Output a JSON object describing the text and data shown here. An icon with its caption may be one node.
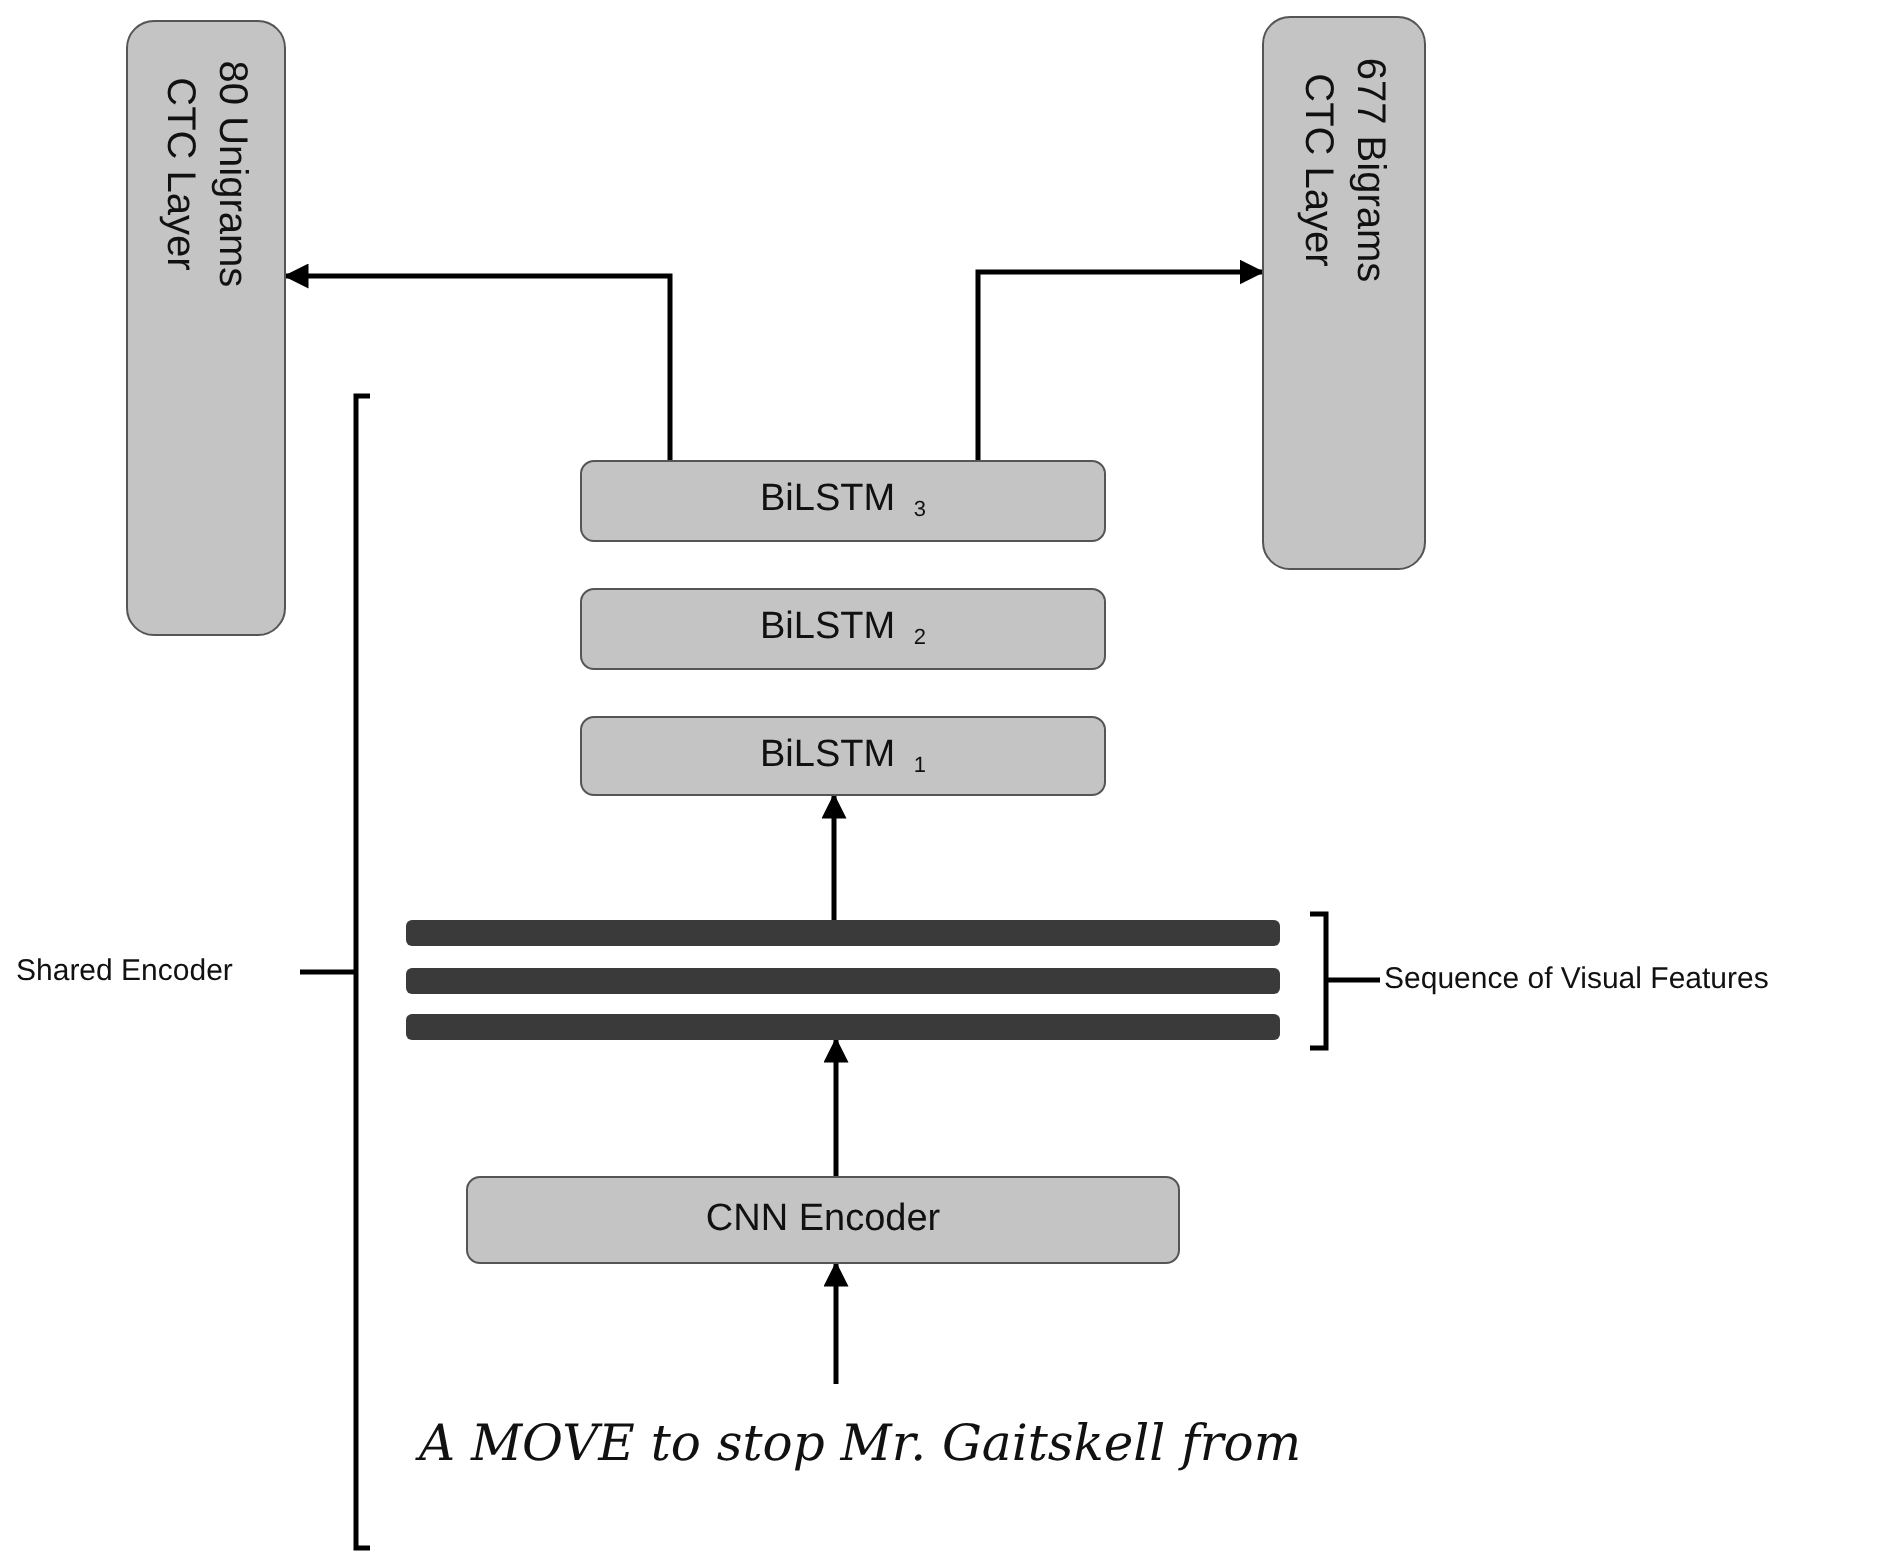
{
  "diagram": {
    "nodes": [
      {
        "text": [
          "80 Unigrams CTC Layer"
        ]
      },
      {
        "text": [
          "677 Bigrams CTC Layer"
        ]
      },
      {
        "text": [
          "BiLSTM $_{3}$"
        ]
      },
      {
        "text": [
          "BiLSTM $_{2}$"
        ]
      },
      {
        "text": [
          "BiLSTM $_{1}$"
        ]
      },
      {
        "text": [],
        "shape": "bar"
      },
      {
        "text": [],
        "shape": "bar"
      },
      {
        "text": [],
        "shape": "bar"
      },
      {
        "text": [
          "CNN Encoder"
        ]
      },
      {
        "text": [
          "A MOVE to stop Mr. Gaitskell from"
        ]
      }
    ],
    "edges": [
      {
        "from": 9,
        "to": 8,
        "arrow": "to"
      },
      {
        "from": 8,
        "to": 7,
        "arrow": "to"
      },
      {
        "from": 5,
        "to": 4,
        "arrow": "to"
      },
      {
        "from": 2,
        "to": 0,
        "arrow": "to"
      },
      {
        "from": 2,
        "to": 1,
        "arrow": "to"
      }
    ],
    "labels": [
      "Shared Encoder",
      "Sequence of Visual Features"
    ]
  }
}
